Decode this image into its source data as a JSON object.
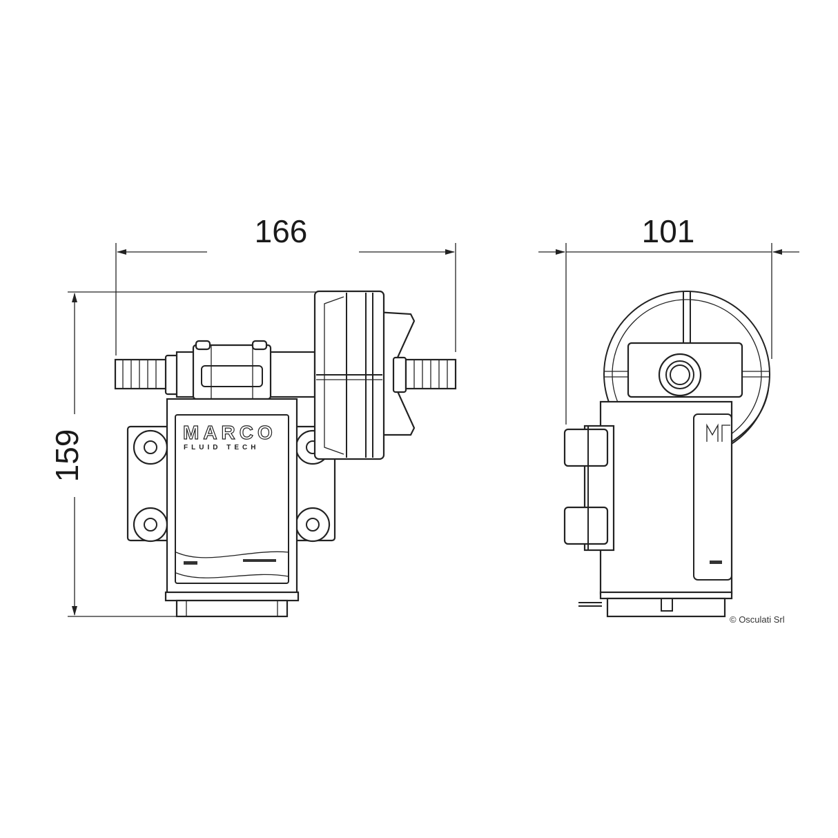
{
  "dimensions": {
    "front_width": "166",
    "front_height": "159",
    "side_width": "101"
  },
  "branding": {
    "logo_main": "MARCO",
    "logo_sub": "FLUID TECH"
  },
  "copyright": "© Osculati Srl",
  "colors": {
    "line": "#222222",
    "background": "#ffffff"
  }
}
